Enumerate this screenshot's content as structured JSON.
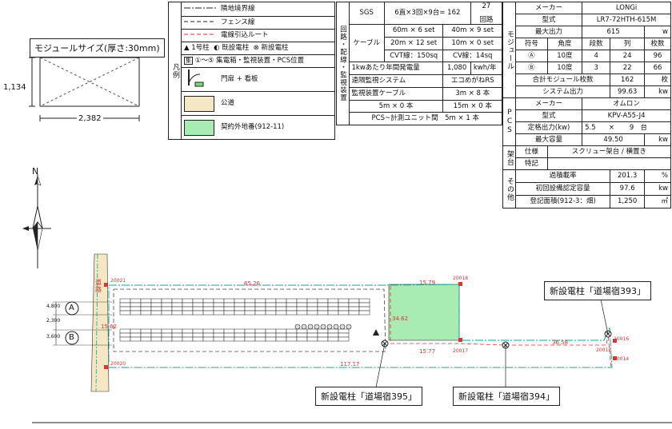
{
  "module_size": {
    "title": "モジュールサイズ(厚さ:30mm)",
    "height": "1,134",
    "width": "2,382"
  },
  "legend": {
    "header": "凡例",
    "items": [
      {
        "label": "隣地境界線"
      },
      {
        "label": "フェンス線"
      },
      {
        "label": "電線引込ルート"
      },
      {
        "label_a": "1号柱",
        "label_b": "既設電柱",
        "label_c": "新設電柱"
      },
      {
        "label": "①〜⑤ 集電箱・監視装置・PCS位置",
        "prefix": "集"
      },
      {
        "label": "門扉 + 看板"
      },
      {
        "label": "公道"
      },
      {
        "label": "契約外地番(912-11)"
      }
    ],
    "colors": {
      "road": "#f6e7c4",
      "excluded": "#a8ecb4"
    }
  },
  "routing": {
    "side_header": "回路・配線・監視装置",
    "sgs_label": "SGS",
    "sgs_value": "6直×3回×9台= 162",
    "circuits_value": "27",
    "circuits_unit": "回路",
    "cable_label": "ケーブル",
    "cable_1a": "60m × 6 set",
    "cable_1b": "40m × 9 set",
    "cable_2a": "20m × 12 set",
    "cable_2b": "10m × 0 set",
    "cable_3a": "CVT線：150sq",
    "cable_3b": "CV線：14sq",
    "annual_label": "1kwあたり年間発電量",
    "annual_value": "1,080",
    "annual_unit": "kwh/年",
    "remote_label": "遠隔監視システム",
    "remote_value": "エコめがねRS",
    "monitor_label": "監視装置ケーブル",
    "monitor_value": "3m × 8 本",
    "row5a": "5m × 0 本",
    "row5b": "15m × 0 本",
    "pcs_row": "PCS~計測ユニット間　5m × 1 本"
  },
  "module": {
    "side_header": "モジュール",
    "maker_label": "メーカー",
    "maker_value": "LONGi",
    "model_label": "型式",
    "model_value": "LR7-72HTH-615M",
    "max_label": "最大出力",
    "max_value": "615",
    "max_unit": "w",
    "cols": [
      "符号",
      "角度",
      "段数",
      "列",
      "枚数"
    ],
    "rows": [
      [
        "Ⓐ",
        "10度",
        "4",
        "24",
        "96"
      ],
      [
        "Ⓑ",
        "10度",
        "3",
        "22",
        "66"
      ]
    ],
    "total_label": "合計モジュール枚数",
    "total_value": "162",
    "total_unit": "枚",
    "system_label": "システム出力",
    "system_value": "99.63",
    "system_unit": "kw"
  },
  "pcs": {
    "side_header": "PCS",
    "maker_label": "メーカー",
    "maker_value": "オムロン",
    "model_label": "型式",
    "model_value": "KPV-A55-J4",
    "rated_label": "定格出力(kw)",
    "rated_value": "5.5",
    "rated_x": "×",
    "rated_count": "9",
    "rated_unit": "台",
    "cap_label": "最大容量",
    "cap_value": "49.50",
    "cap_unit": "kw"
  },
  "mount": {
    "side_header": "架台",
    "spec_label": "仕様",
    "spec_value": "スクリュー架台 / 横置き",
    "note_label": "特記",
    "note_value": ""
  },
  "other": {
    "side_header": "その他",
    "overload_label": "過積載率",
    "overload_value": "201.3",
    "overload_unit": "%",
    "initial_label": "初回設備認定容量",
    "initial_value": "97.6",
    "initial_unit": "kw",
    "area_label": "登記面積(912-3：畑)",
    "area_value": "1,250",
    "area_unit": "㎡"
  },
  "site": {
    "north": "N",
    "road_label": "道路",
    "row_a": "A",
    "row_b": "B",
    "dim_top": "65.26",
    "dim_bottom": "117.17",
    "dim_right_top": "15.79",
    "dim_right_bottom": "15.77",
    "dim_east": "36.58",
    "dim_vert": "34.62",
    "dim_left": "15.62",
    "pts": {
      "p1": "20021",
      "p2": "20020",
      "p3": "20018",
      "p4": "20017",
      "p5": "20016",
      "p6": "20015",
      "p7": "20014"
    },
    "callouts": {
      "c393": "新設電柱「道場宿393」",
      "c395": "新設電柱「道場宿395」",
      "c394": "新設電柱「道場宿394」"
    },
    "dim_a1": "4,800",
    "dim_a2": "2,300",
    "dim_b1": "3,600"
  }
}
